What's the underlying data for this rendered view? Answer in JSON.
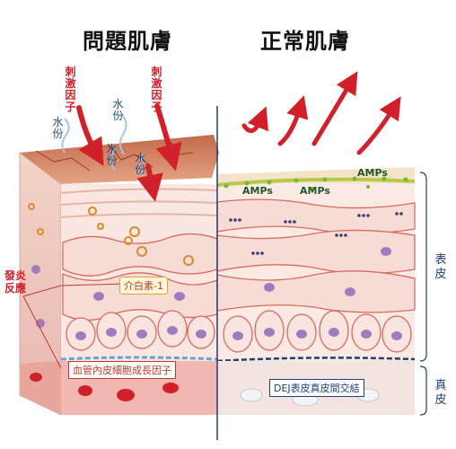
{
  "titles": {
    "problem": "問題肌膚",
    "normal": "正常肌膚"
  },
  "labels": {
    "stimulus_factor": "刺激因子",
    "water": "水份",
    "inflammation": "發炎反應",
    "interleukin": "介白素-1",
    "vegf": "血管內皮細胞成長因子",
    "amps": "AMPs",
    "dej": "DEJ表皮真皮間交結",
    "epidermis": "表皮",
    "dermis": "真皮"
  },
  "colors": {
    "stimulus_red": "#d2202a",
    "water_blue": "#1f4e8a",
    "divider_blue": "#1f3d7a",
    "amp_green": "#1d5a2a"
  }
}
